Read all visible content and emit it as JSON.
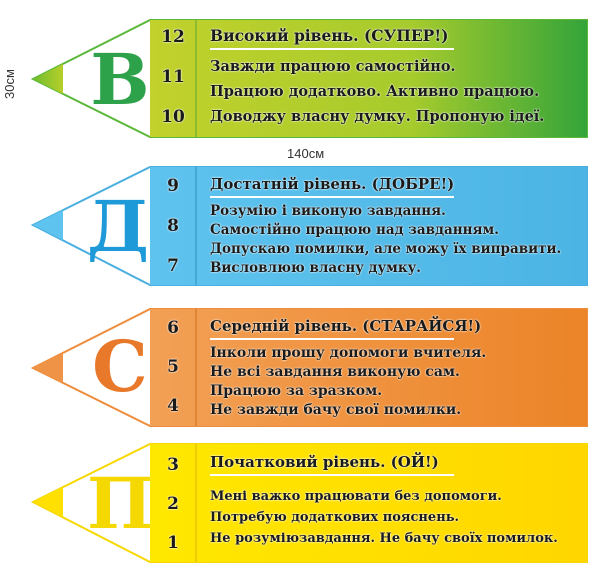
{
  "dimensions": {
    "height_label": "30см",
    "width_label": "140см"
  },
  "levels": [
    {
      "letter": "В",
      "color": "#2ea24a",
      "fill_light": "#b4cf2a",
      "fill_dark": "#3aa63a",
      "border": "#5cb83a",
      "numbers": [
        "12",
        "11",
        "10"
      ],
      "title": "Високий рівень. (СУПЕР!)",
      "lines": [
        "Завжди працюю самостійно.",
        "Працюю додатково. Активно працюю.",
        "Доводжу власну думку. Пропоную ідеї."
      ]
    },
    {
      "letter": "Д",
      "color": "#1f9ad8",
      "fill_light": "#5ec3ee",
      "fill_dark": "#4fb6e6",
      "border": "#4aafe0",
      "numbers": [
        "9",
        "8",
        "7"
      ],
      "title": "Достатній рівень. (ДОБРЕ!)",
      "lines": [
        "Розумію і виконую завдання.",
        "Самостійно працюю над завданням.",
        "Допускаю помилки, але можу їх виправити.",
        "Висловлюю власну думку."
      ]
    },
    {
      "letter": "С",
      "color": "#e9792a",
      "fill_light": "#f2a055",
      "fill_dark": "#ee8a30",
      "border": "#ee8d3c",
      "numbers": [
        "6",
        "5",
        "4"
      ],
      "title": "Середній рівень. (СТАРАЙСЯ!)",
      "lines": [
        "Інколи прошу допомоги вчителя.",
        "Не всі завдання виконую сам.",
        "Працюю за зразком.",
        "Не завжди бачу свої помилки."
      ]
    },
    {
      "letter": "П",
      "color": "#f5d800",
      "fill_light": "#ffe600",
      "fill_dark": "#ffd800",
      "border": "#f6d800",
      "numbers": [
        "3",
        "2",
        "1"
      ],
      "title": "Початковий рівень. (ОЙ!)",
      "lines": [
        "Мені важко працювати без допомоги.",
        "Потребую додаткових пояснень.",
        "Не розуміюзавдання. Не бачу своїх помилок."
      ]
    }
  ]
}
